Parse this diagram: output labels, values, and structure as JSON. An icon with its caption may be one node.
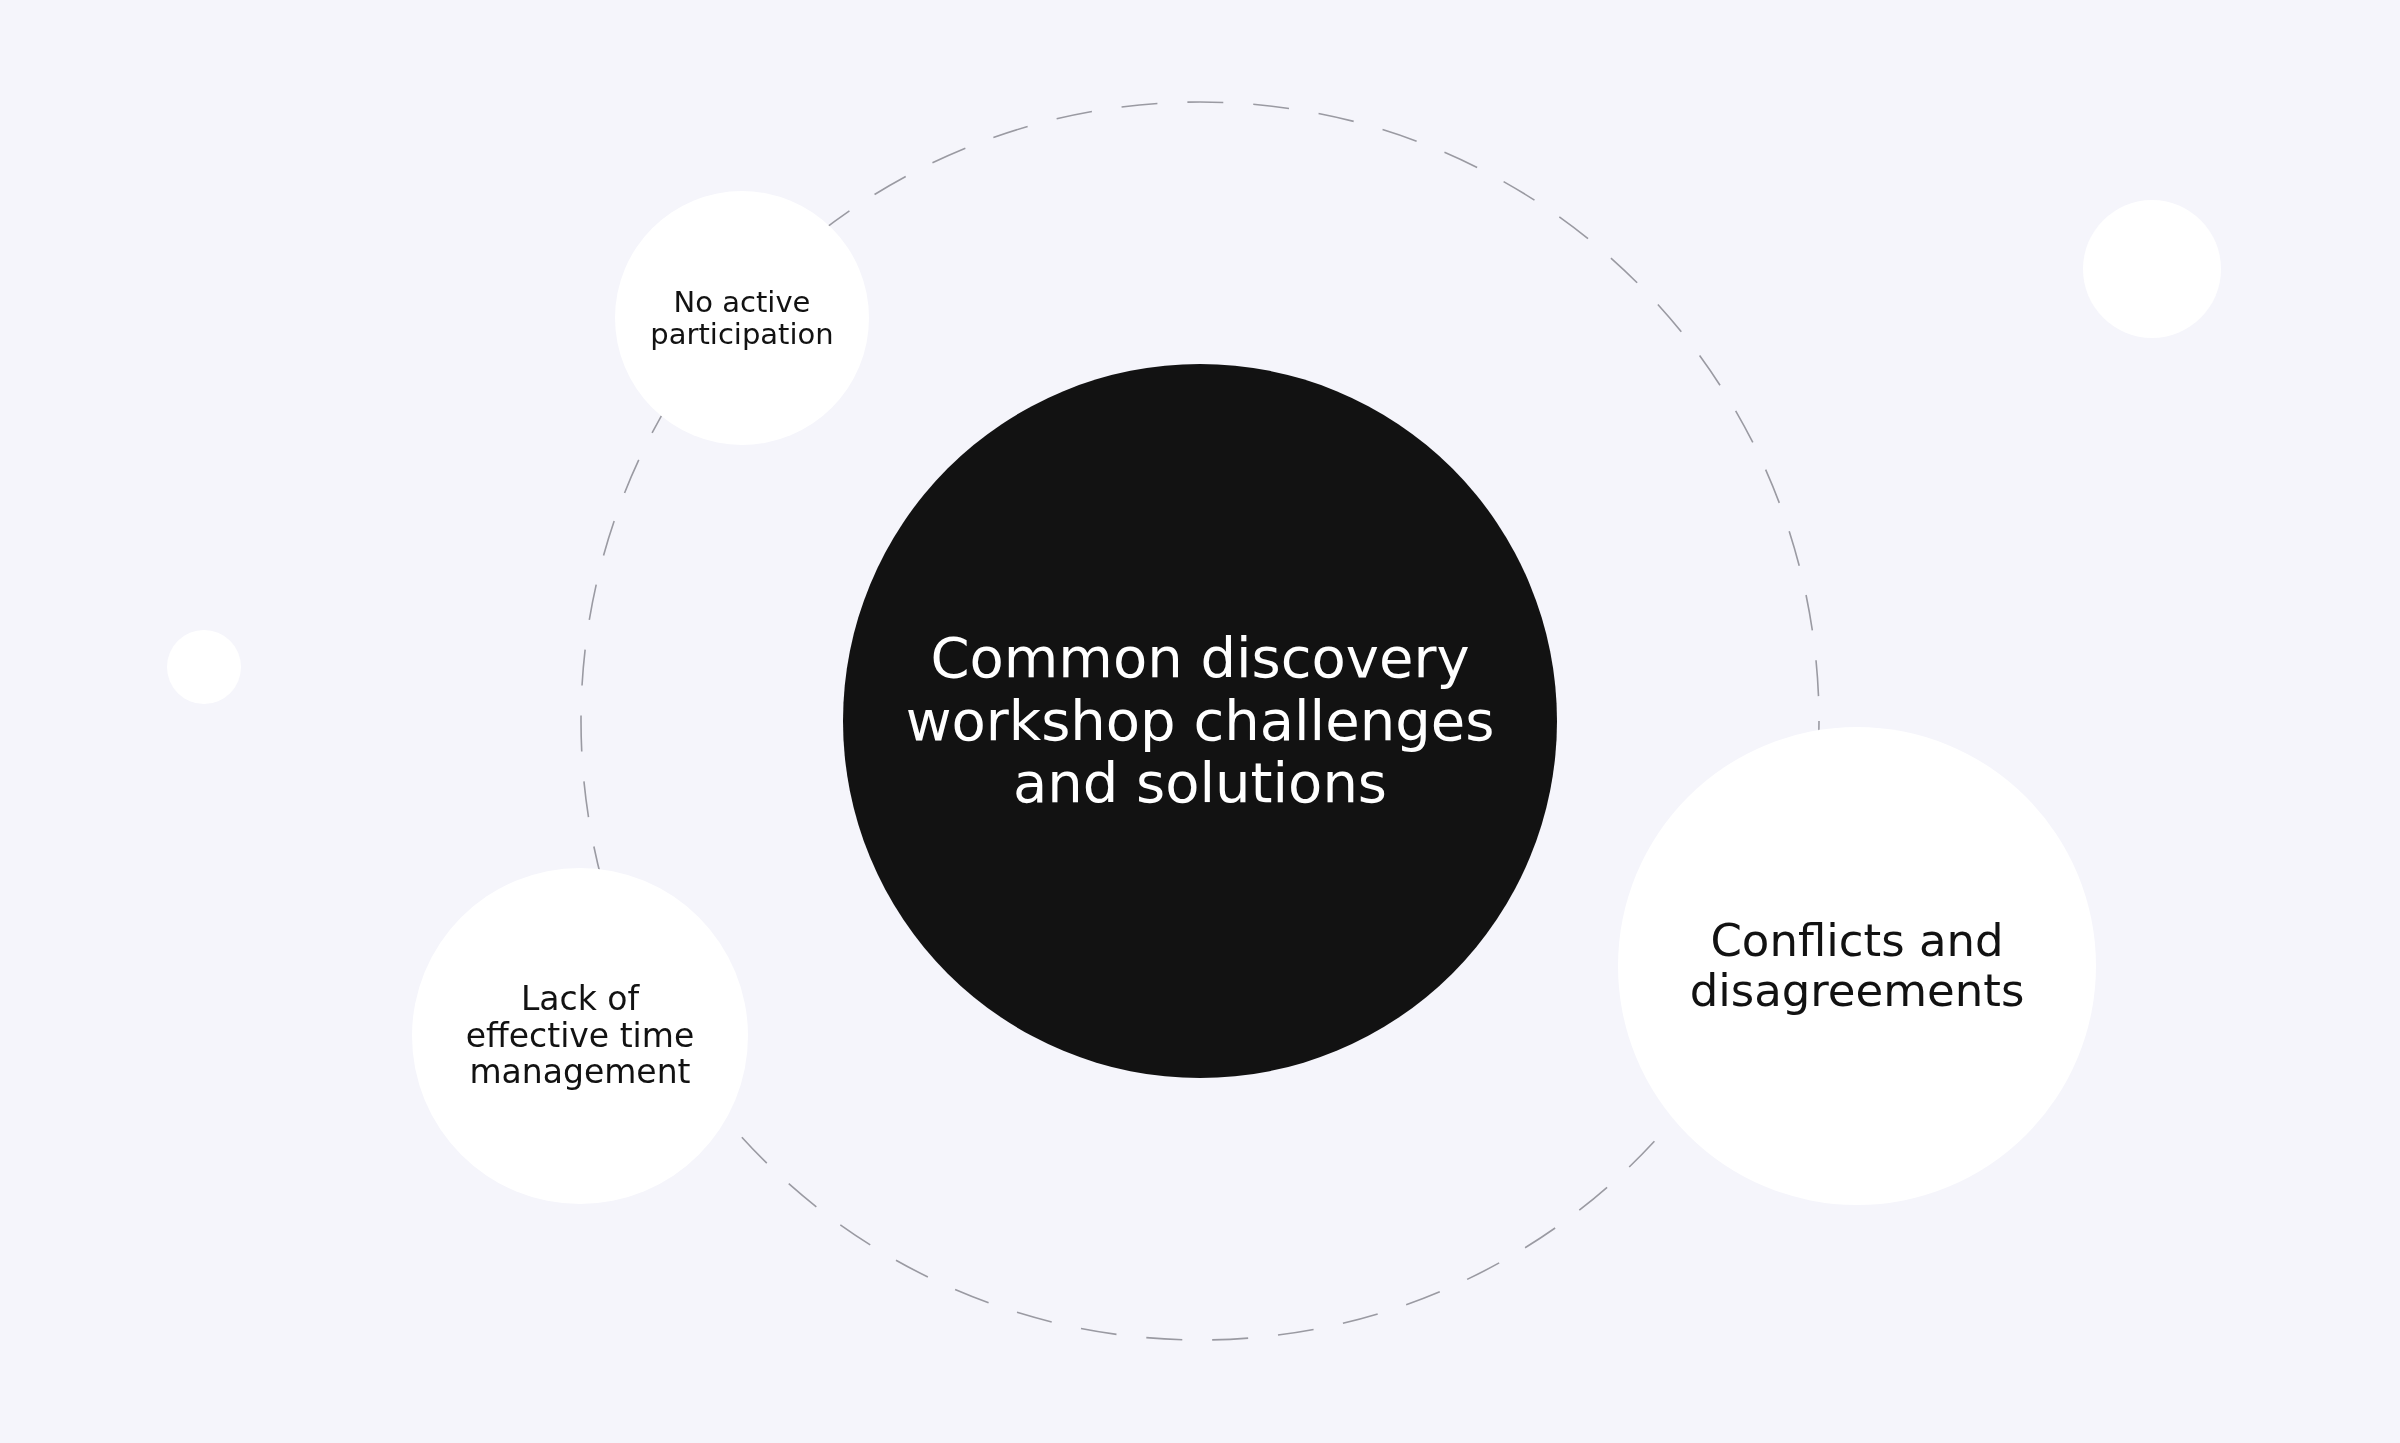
{
  "diagram": {
    "nodes": [
      {
        "text": [
          "Common discovery workshop challenges and solutions"
        ]
      },
      {
        "text": [
          "No active participation"
        ]
      },
      {
        "text": [
          "Lack of effective time management"
        ]
      },
      {
        "text": [
          "Conflicts and disagreements"
        ]
      },
      {
        "text": [],
        "shape": "circle"
      },
      {
        "text": [],
        "shape": "circle"
      }
    ]
  }
}
